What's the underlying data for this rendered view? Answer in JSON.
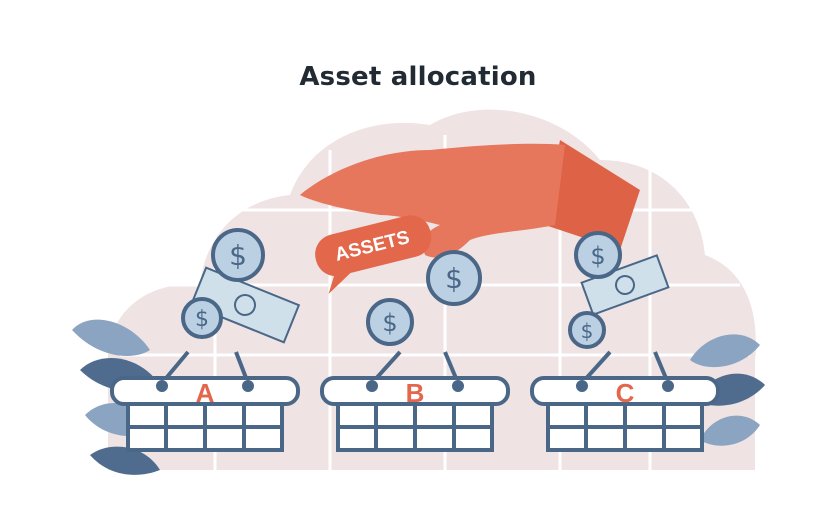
{
  "title": "Asset allocation",
  "hand_tag": "ASSETS",
  "baskets": [
    {
      "label": "A"
    },
    {
      "label": "B"
    },
    {
      "label": "C"
    }
  ],
  "coin_symbol": "$",
  "colors": {
    "cloud": "#efe3e3",
    "grid": "#ffffff",
    "hand": "#e7775c",
    "sleeve": "#de6346",
    "tag": "#e2674b",
    "coin_fill": "#bcd0e4",
    "coin_ring": "#4a6787",
    "basket_stroke": "#4a6787",
    "basket_letter": "#e2674b",
    "leaf_light": "#8aa4c2",
    "leaf_dark": "#4f6c8f",
    "cash": "#cfe0ea"
  },
  "icons": [
    "hand-icon",
    "coin-icon",
    "banknote-icon",
    "basket-icon",
    "leaf-icon",
    "cloud-icon"
  ]
}
